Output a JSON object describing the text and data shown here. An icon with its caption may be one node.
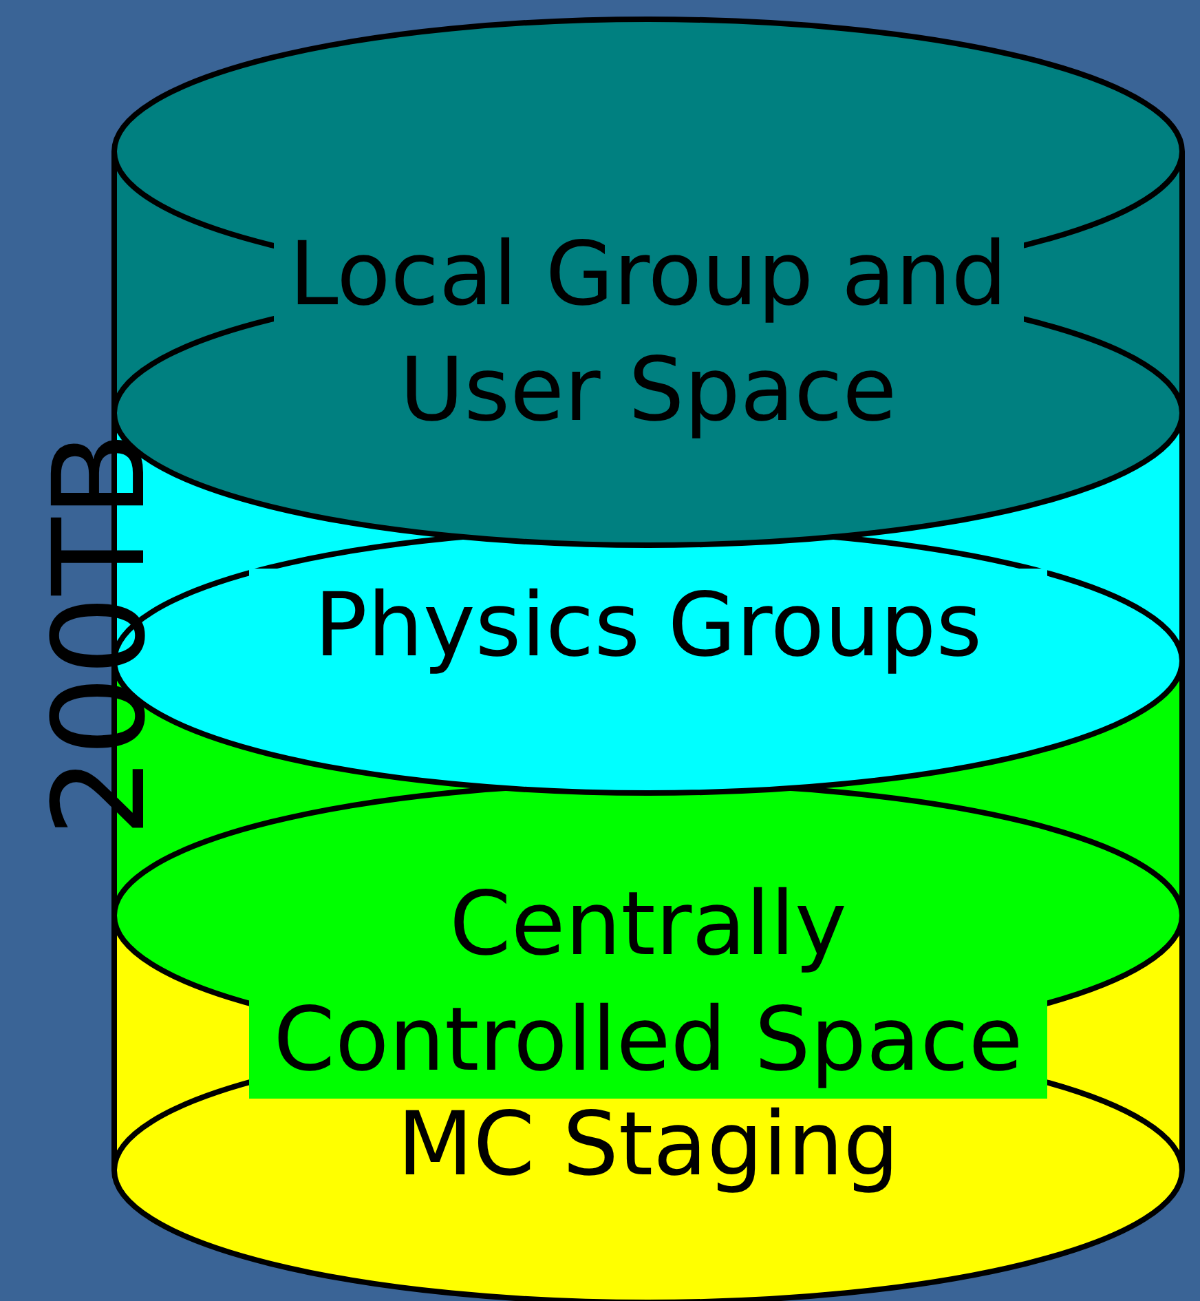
{
  "diagram": {
    "nodes": [
      {
        "text": [
          "Local Group and User Space"
        ]
      },
      {
        "text": [
          "Physics Groups"
        ]
      },
      {
        "text": [
          "Centrally Controlled Space"
        ]
      },
      {
        "text": [
          "MC Staging"
        ]
      }
    ],
    "labels": [
      "200TB"
    ]
  }
}
